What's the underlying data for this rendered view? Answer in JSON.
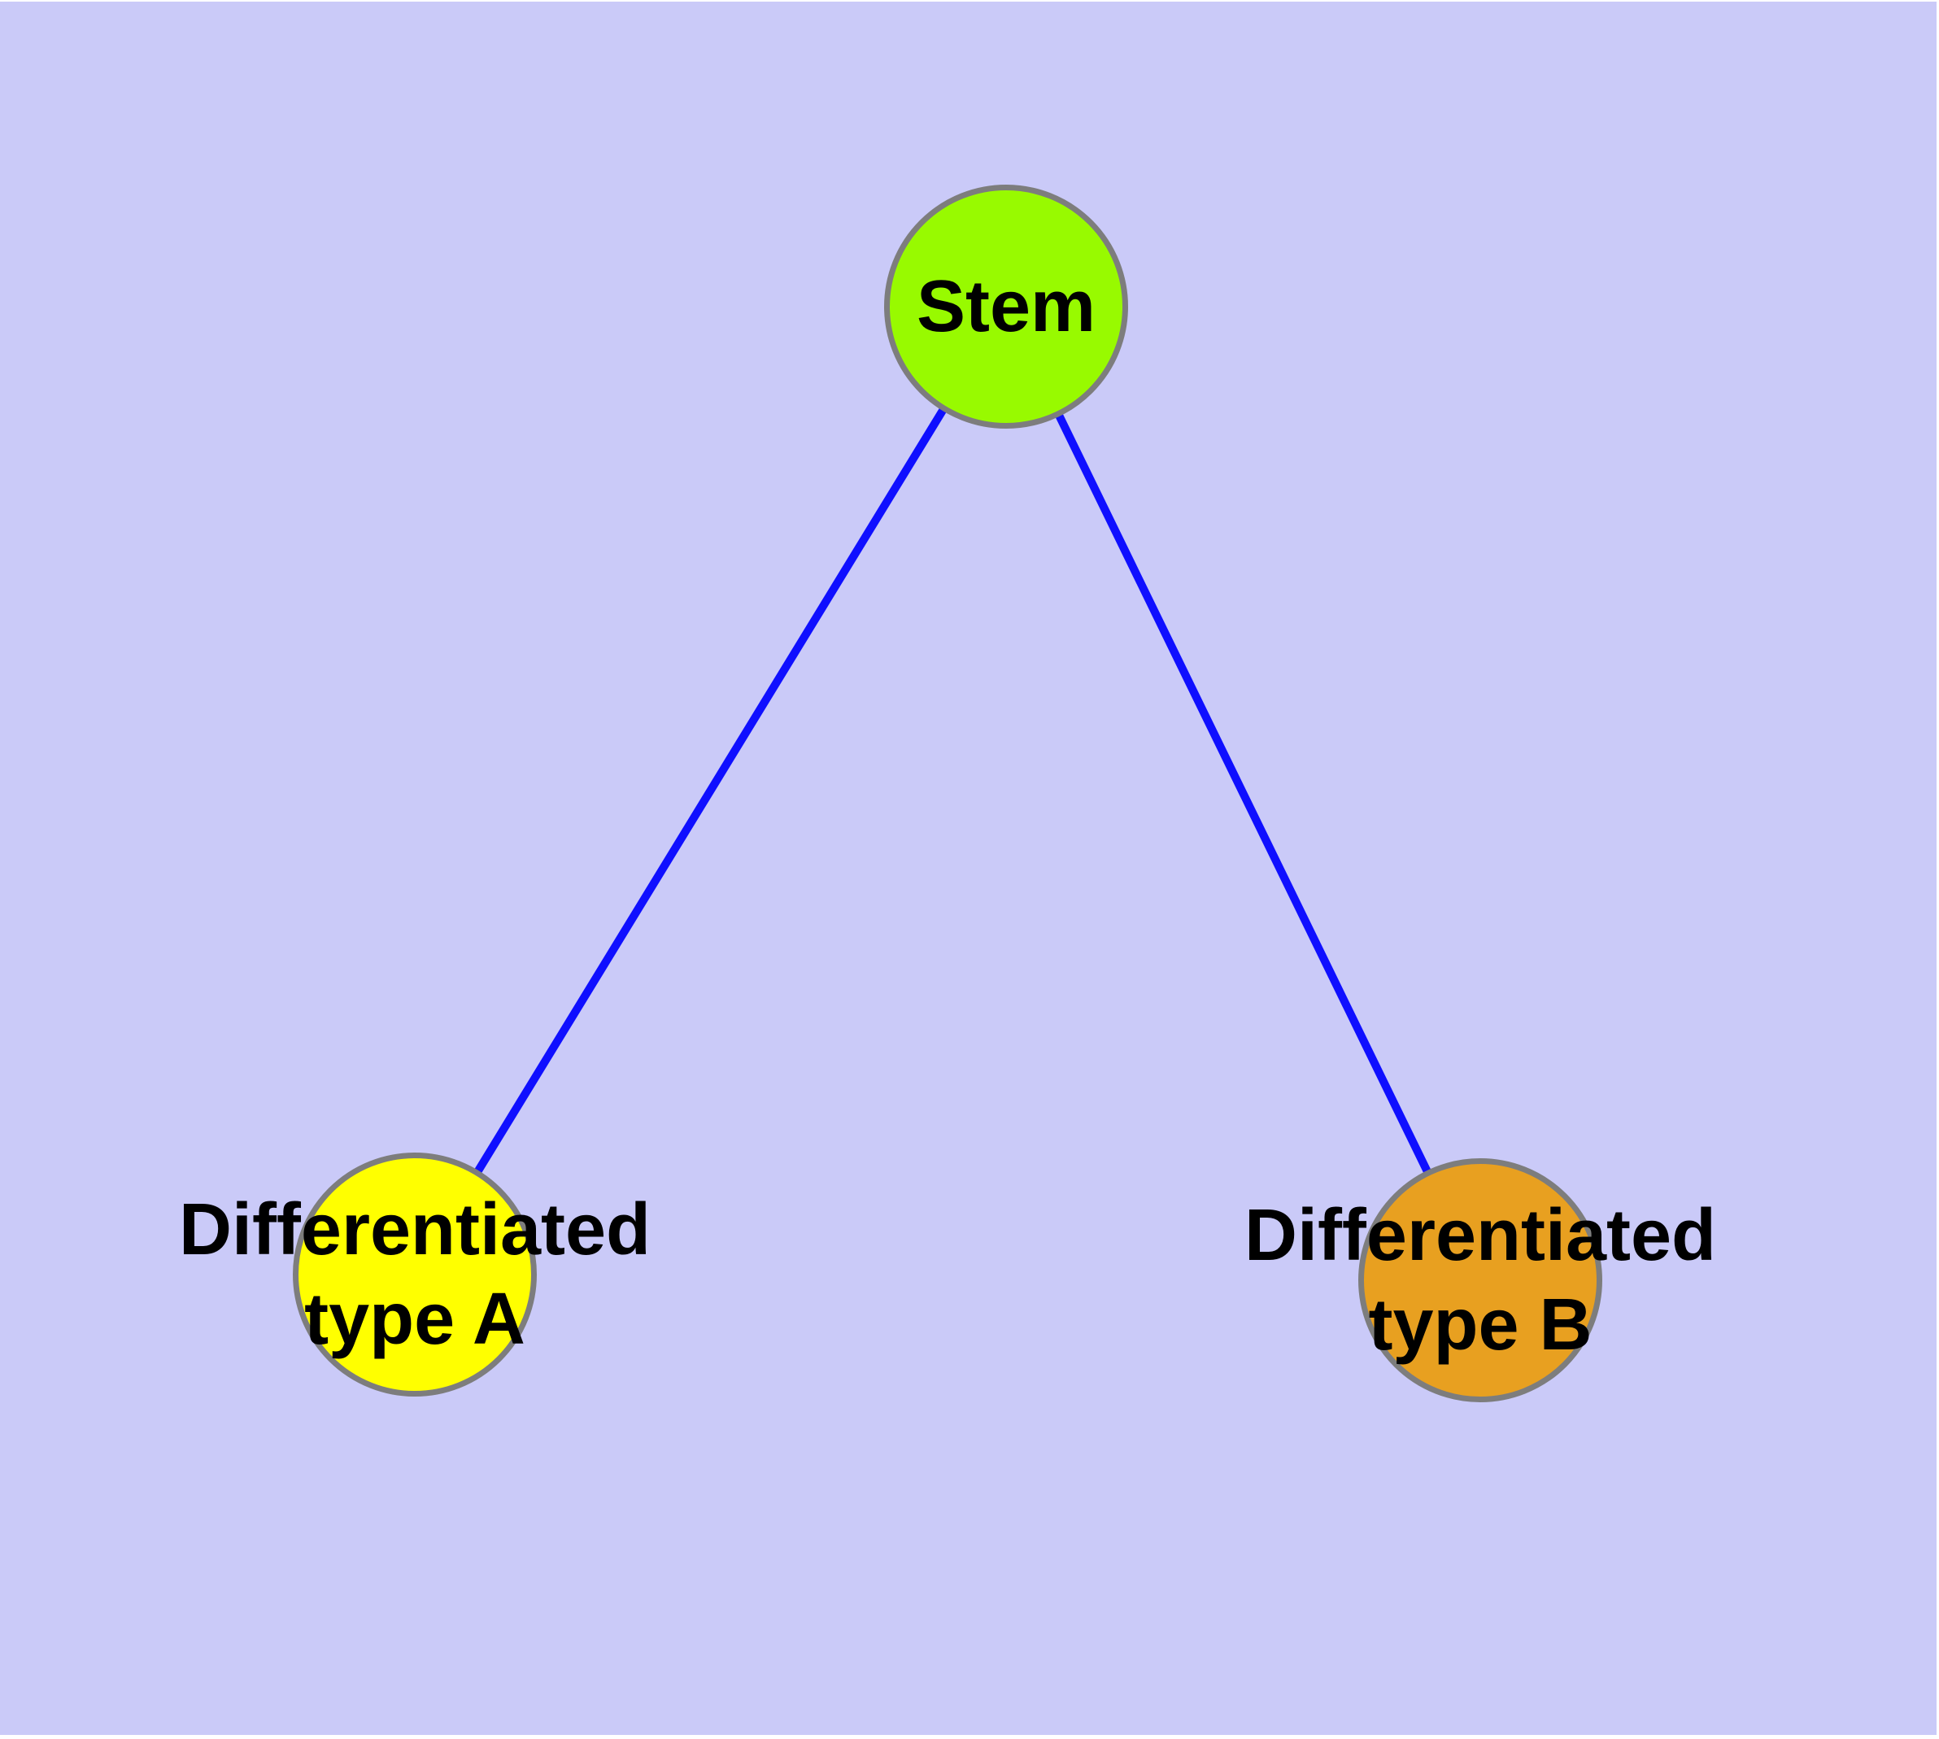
{
  "diagram": {
    "type": "graph",
    "background_color": "#cacaf8",
    "frame_color": "#ffffff",
    "edge_color": "#0f0fff",
    "node_border_color": "#7d7d7d",
    "label_color": "#000000",
    "nodes": {
      "stem": {
        "label": "Stem",
        "fill": "#98fa00"
      },
      "type_a": {
        "label_line1": "Differentiated",
        "label_line2": "type A",
        "fill": "#ffff00"
      },
      "type_b": {
        "label_line1": "Differentiated",
        "label_line2": "type B",
        "fill": "#e8a020"
      }
    },
    "edges": [
      {
        "from": "Stem",
        "to": "Differentiated type A"
      },
      {
        "from": "Stem",
        "to": "Differentiated type B"
      }
    ]
  }
}
